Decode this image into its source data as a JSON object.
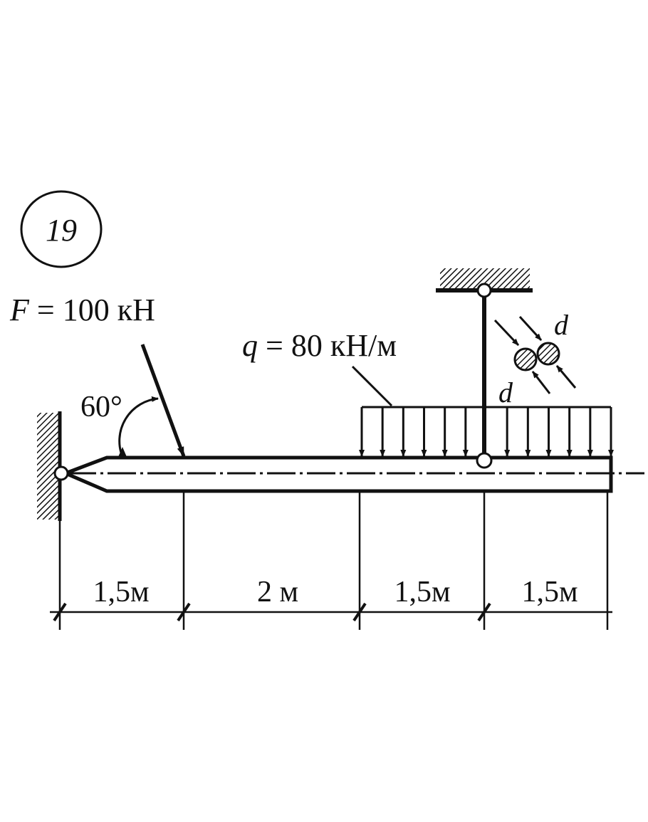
{
  "problem_number": "19",
  "force": {
    "symbol": "F",
    "equals": " = ",
    "value": "100 кН"
  },
  "angle_label": "60°",
  "load": {
    "symbol": "q",
    "equals": " = ",
    "value": "80 кН/м"
  },
  "section": {
    "diameter_label": "d"
  },
  "dimensions": [
    "1,5м",
    "2 м",
    "1,5м",
    "1,5м"
  ],
  "colors": {
    "ink": "#111111",
    "background": "#ffffff"
  }
}
